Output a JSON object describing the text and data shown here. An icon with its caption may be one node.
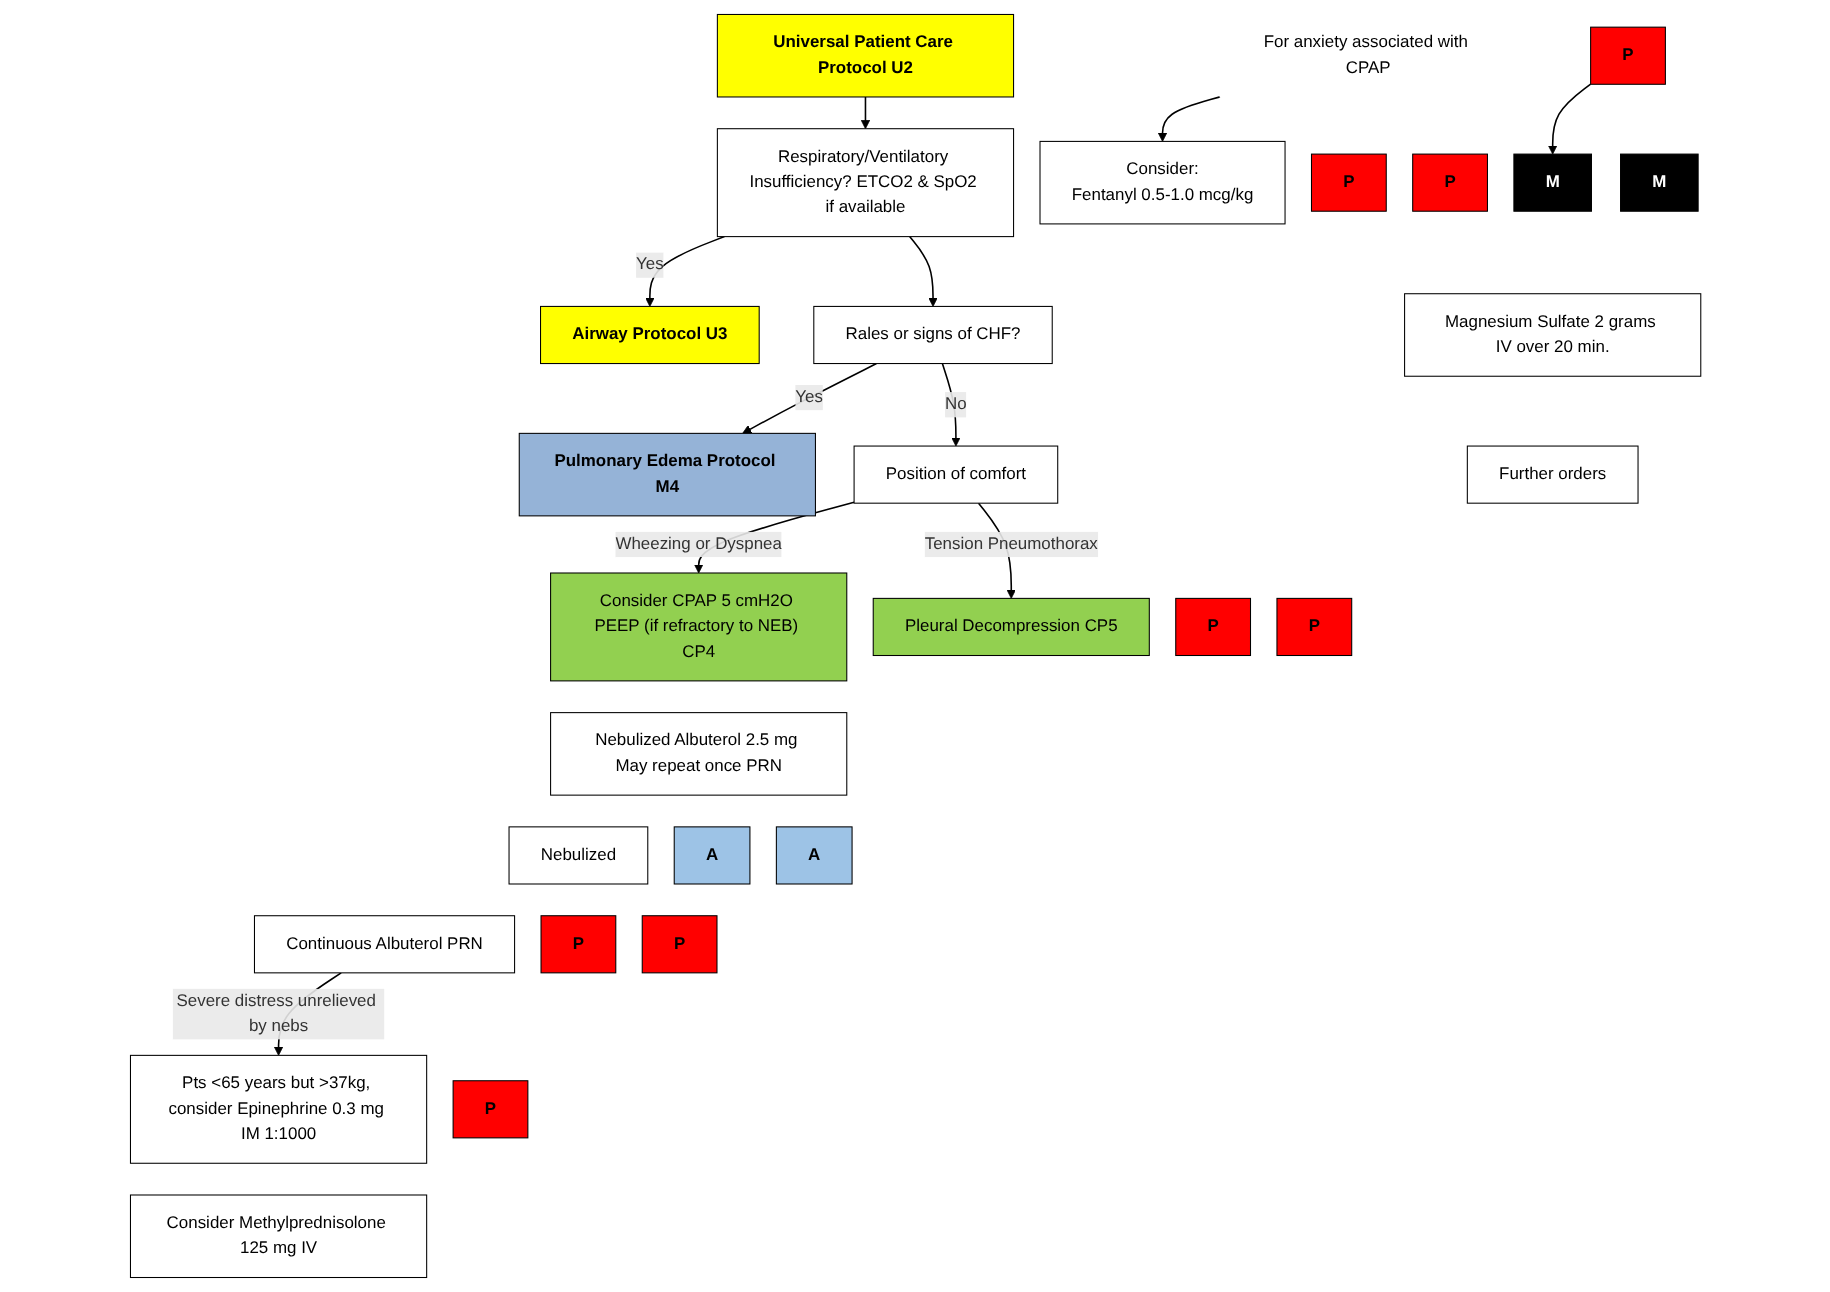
{
  "diagram": {
    "nodes": [
      {
        "text": [
          "Universal Patient Care Protocol U2"
        ]
      },
      {
        "text": [
          "Respiratory/Ventilatory Insufficiency? ETCO2 & SpO2 if available"
        ]
      },
      {
        "text": [
          "Airway Protocol U3"
        ]
      },
      {
        "text": [
          "Rales or signs of CHF?"
        ]
      },
      {
        "text": [
          "Pulmonary Edema Protocol M4"
        ]
      },
      {
        "text": [
          "Position of  comfort"
        ]
      },
      {
        "text": [
          "Consider CPAP 5 cmH2O PEEP (if refractory to NEB) CP4"
        ]
      },
      {
        "text": [
          "Nebulized Albuterol 2.5 mg May repeat once PRN"
        ]
      },
      {
        "text": [
          "A"
        ]
      },
      {
        "text": [
          "Nebulized"
        ]
      },
      {
        "text": [
          "A"
        ]
      },
      {
        "text": [
          "P"
        ]
      },
      {
        "text": [
          "Continuous Albuterol PRN"
        ]
      },
      {
        "text": [
          "P"
        ]
      },
      {
        "text": [
          "For anxiety associated with CPAP"
        ]
      },
      {
        "text": [
          "P"
        ]
      },
      {
        "text": [
          "Pleural Decompression CP5"
        ]
      },
      {
        "text": [
          "P"
        ]
      },
      {
        "text": [
          "P"
        ]
      },
      {
        "text": [
          "Consider:",
          "Fentanyl 0.5-1.0 mcg/kg"
        ]
      },
      {
        "text": [
          "P"
        ]
      },
      {
        "text": [
          "P"
        ]
      },
      {
        "text": [
          "Pts <65 years but >37kg, consider Epinephrine 0.3 mg IM 1:1000"
        ]
      },
      {
        "text": [
          "Consider Methylprednisolone 125 mg IV"
        ]
      },
      {
        "text": [
          "P"
        ]
      },
      {
        "text": [
          "M"
        ]
      },
      {
        "text": [
          "Magnesium Sulfate 2 grams IV over 20 min."
        ]
      },
      {
        "text": [
          "Further orders"
        ]
      },
      {
        "text": [
          "M"
        ]
      }
    ],
    "edges": [
      {
        "from": 0,
        "to": 1,
        "arrow": "to"
      },
      {
        "from": 1,
        "to": 2,
        "arrow": "to",
        "label": "Yes"
      },
      {
        "from": 1,
        "to": 3,
        "arrow": "to"
      },
      {
        "from": 3,
        "to": 4,
        "arrow": "to",
        "label": "Yes"
      },
      {
        "from": 3,
        "to": 5,
        "arrow": "to",
        "label": "No"
      },
      {
        "from": 5,
        "to": 6,
        "arrow": "to",
        "label": "Wheezing or Dyspnea"
      },
      {
        "from": 5,
        "to": 16,
        "arrow": "to",
        "label": "Tension Pneumothorax"
      },
      {
        "from": 14,
        "to": 19,
        "arrow": "to"
      },
      {
        "from": 12,
        "to": 22,
        "arrow": "to",
        "label": "Severe distress unrelieved by nebs"
      },
      {
        "from": 24,
        "to": 25,
        "arrow": "to"
      }
    ]
  }
}
